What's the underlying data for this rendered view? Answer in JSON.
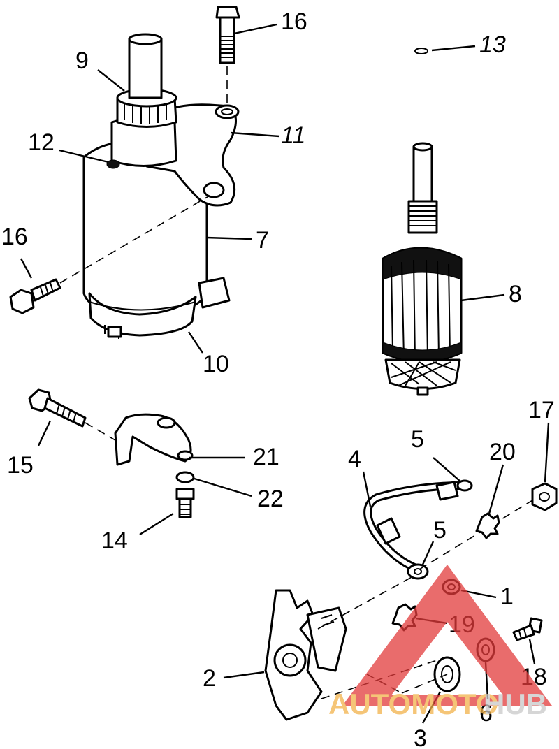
{
  "labels": {
    "p1": "1",
    "p2": "2",
    "p3": "3",
    "p4": "4",
    "p5a": "5",
    "p5b": "5",
    "p6": "6",
    "p7": "7",
    "p8": "8",
    "p9": "9",
    "p10": "10",
    "p11": "11",
    "p12": "12",
    "p13": "13",
    "p14": "14",
    "p15": "15",
    "p16a": "16",
    "p16b": "16",
    "p17": "17",
    "p18": "18",
    "p19": "19",
    "p20": "20",
    "p21": "21",
    "p22": "22"
  },
  "watermark": {
    "word_a": "AUTOMOTO",
    "word_b": "HUB",
    "color_a": "#f2b24a",
    "color_b": "#c9c9c9",
    "triangle_color": "#e23b3b"
  }
}
